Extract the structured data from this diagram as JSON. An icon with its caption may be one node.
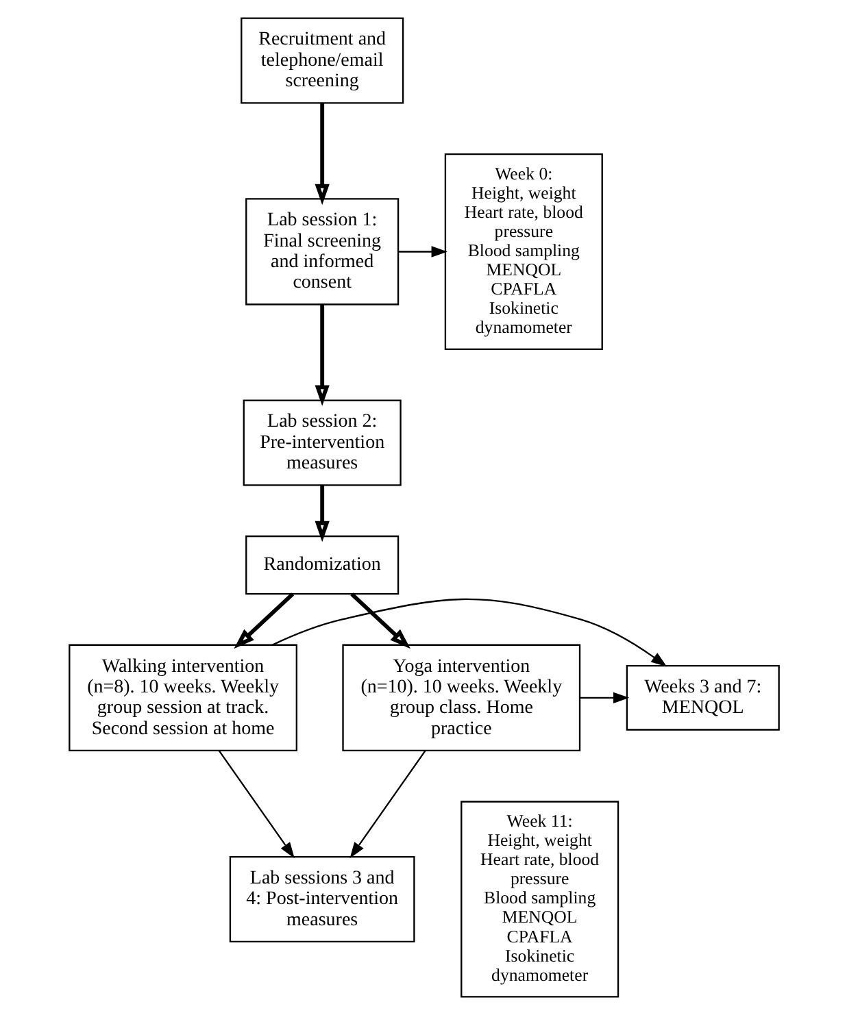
{
  "diagram": {
    "nodes": [
      {
        "text": [
          "Recruitment and telephone/email screening"
        ]
      },
      {
        "text": [
          "Lab session 1: Final screening and informed consent"
        ]
      },
      {
        "text": [
          "Week 0:",
          "Height, weight",
          "Heart rate, blood pressure",
          "Blood sampling",
          "MENQOL",
          "CPAFLA",
          "Isokinetic dynamometer"
        ]
      },
      {
        "text": [
          "Lab session 2: Pre-intervention measures"
        ]
      },
      {
        "text": [
          "Randomization"
        ]
      },
      {
        "text": [
          "Walking intervention (n=8). 10 weeks. Weekly group session at track. Second session at home"
        ]
      },
      {
        "text": [
          "Weeks 3 and 7: MENQOL"
        ]
      },
      {
        "text": [
          "Yoga intervention (n=10). 10 weeks. Weekly group class. Home practice"
        ]
      },
      {
        "text": [
          "Lab sessions 3 and 4: Post-intervention measures"
        ]
      },
      {
        "text": [
          "Week 11:",
          "Height, weight",
          "Heart rate, blood pressure",
          "Blood sampling",
          "MENQOL",
          "CPAFLA",
          "Isokinetic dynamometer"
        ]
      }
    ],
    "edges": [
      {
        "from": 0,
        "to": 1,
        "arrow": "to",
        "style": "thick"
      },
      {
        "from": 1,
        "to": 2,
        "arrow": "to"
      },
      {
        "from": 1,
        "to": 3,
        "arrow": "to",
        "style": "thick"
      },
      {
        "from": 3,
        "to": 4,
        "arrow": "to",
        "style": "thick"
      },
      {
        "from": 4,
        "to": 5,
        "arrow": "to",
        "style": "thick"
      },
      {
        "from": 4,
        "to": 7,
        "arrow": "to",
        "style": "thick"
      },
      {
        "from": 5,
        "to": 6,
        "arrow": "to"
      },
      {
        "from": 7,
        "to": 6,
        "arrow": "to"
      },
      {
        "from": 5,
        "to": 8,
        "arrow": "to"
      },
      {
        "from": 7,
        "to": 8,
        "arrow": "to"
      }
    ]
  }
}
